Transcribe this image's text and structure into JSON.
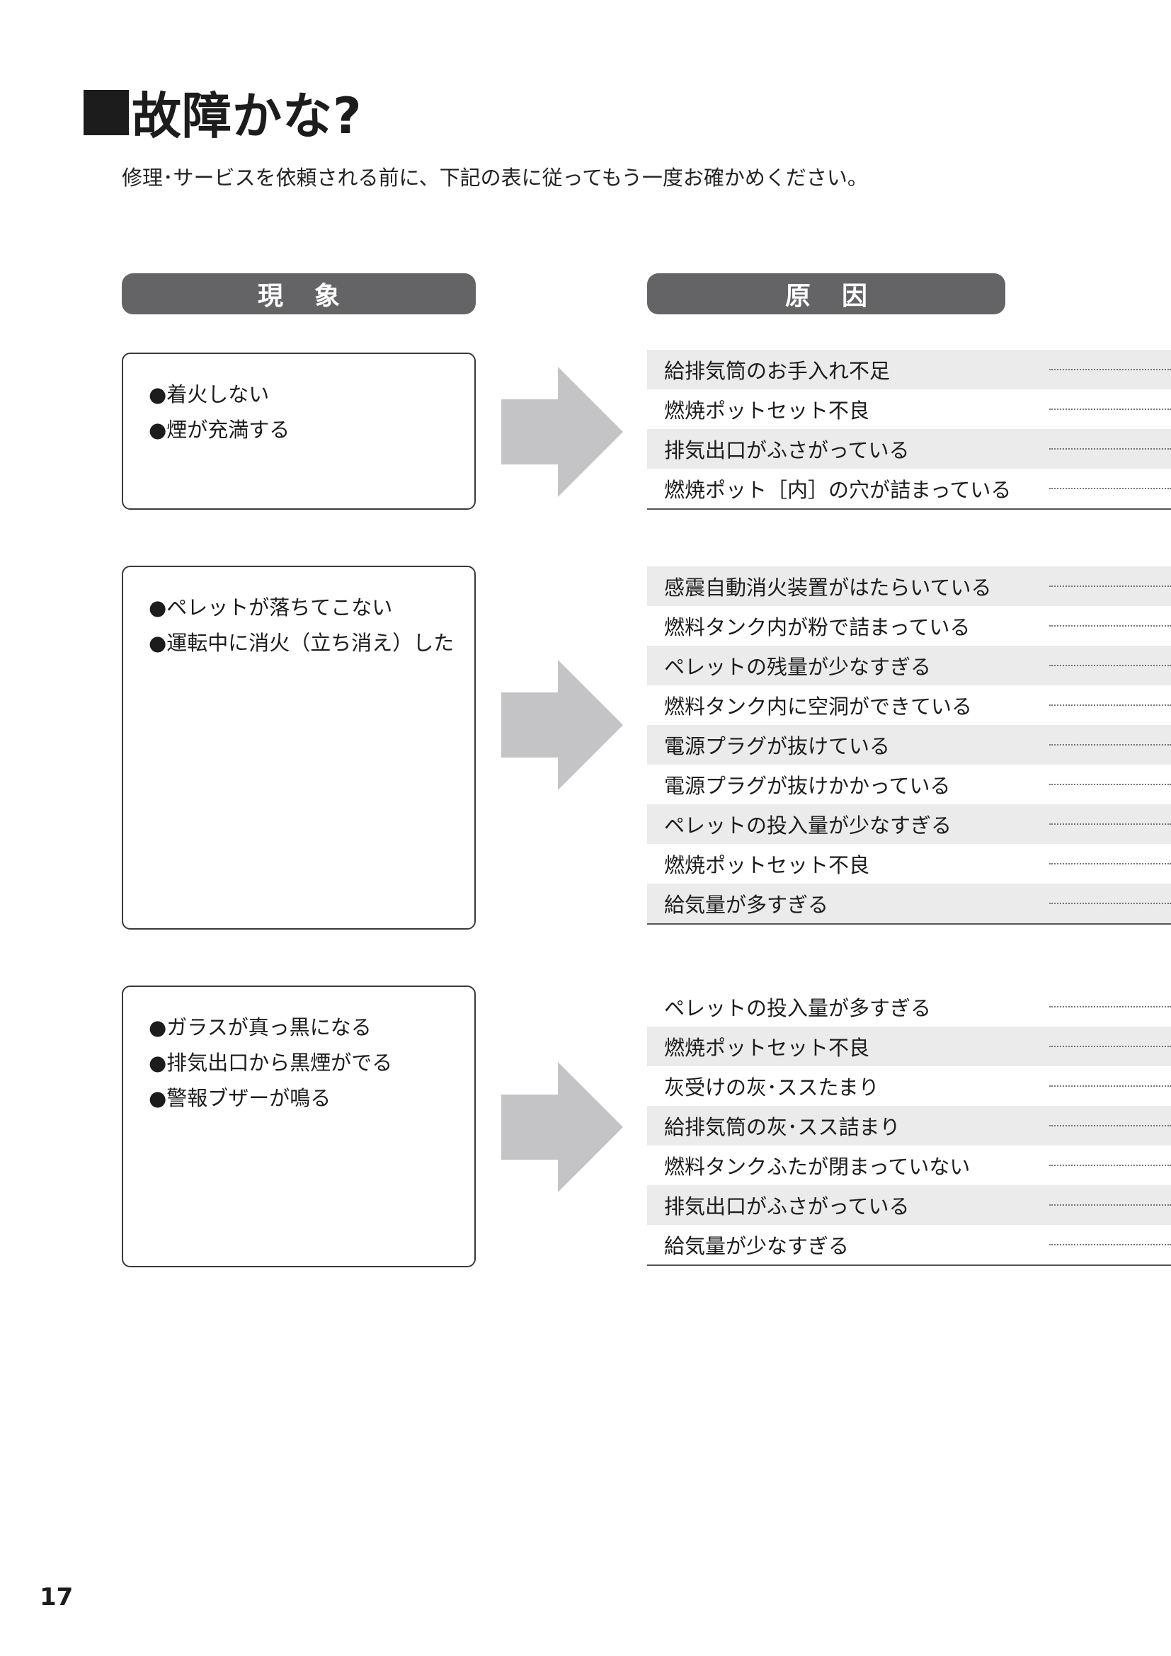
{
  "title": "故障かな?",
  "subtitle": "修理･サービスを依頼される前に、下記の表に従ってもう一度お確かめください。",
  "headers": {
    "symptom": "現象",
    "cause": "原因"
  },
  "groups": [
    {
      "symptoms": [
        "●着火しない",
        "●煙が充満する"
      ],
      "causes": [
        "給排気筒のお手入れ不足",
        "燃焼ポットセット不良",
        "排気出口がふさがっている",
        "燃焼ポット［内］の穴が詰まっている"
      ]
    },
    {
      "symptoms": [
        "●ペレットが落ちてこない",
        "●運転中に消火（立ち消え）した"
      ],
      "causes": [
        "感震自動消火装置がはたらいている",
        "燃料タンク内が粉で詰まっている",
        "ペレットの残量が少なすぎる",
        "燃料タンク内に空洞ができている",
        "電源プラグが抜けている",
        "電源プラグが抜けかかっている",
        "ペレットの投入量が少なすぎる",
        "燃焼ポットセット不良",
        "給気量が多すぎる"
      ]
    },
    {
      "symptoms": [
        "●ガラスが真っ黒になる",
        "●排気出口から黒煙がでる",
        "●警報ブザーが鳴る"
      ],
      "causes": [
        "ペレットの投入量が多すぎる",
        "燃焼ポットセット不良",
        "灰受けの灰･ススたまり",
        "給排気筒の灰･スス詰まり",
        "燃料タンクふたが閉まっていない",
        "排気出口がふさがっている",
        "給気量が少なすぎる"
      ]
    }
  ],
  "page_number": "17",
  "colors": {
    "header_pill": "#646366",
    "arrow": "#c4c4c6",
    "row_shade": "#ebebeb"
  }
}
